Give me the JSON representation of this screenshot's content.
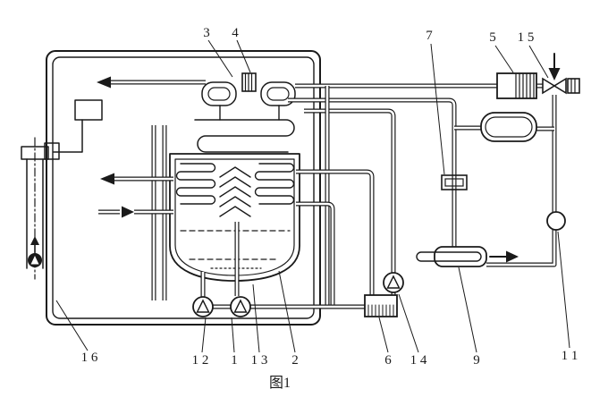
{
  "figure": {
    "caption": "图1"
  },
  "labels": {
    "n1": "1",
    "n2": "2",
    "n3": "3",
    "n4": "4",
    "n5": "5",
    "n6": "6",
    "n7": "7",
    "n9": "9",
    "n11": "1 1",
    "n12": "1 2",
    "n13": "1 3",
    "n14": "1 4",
    "n15": "1 5",
    "n16": "1 6"
  },
  "colors": {
    "ink": "#1a1a1a",
    "bg": "#ffffff"
  }
}
